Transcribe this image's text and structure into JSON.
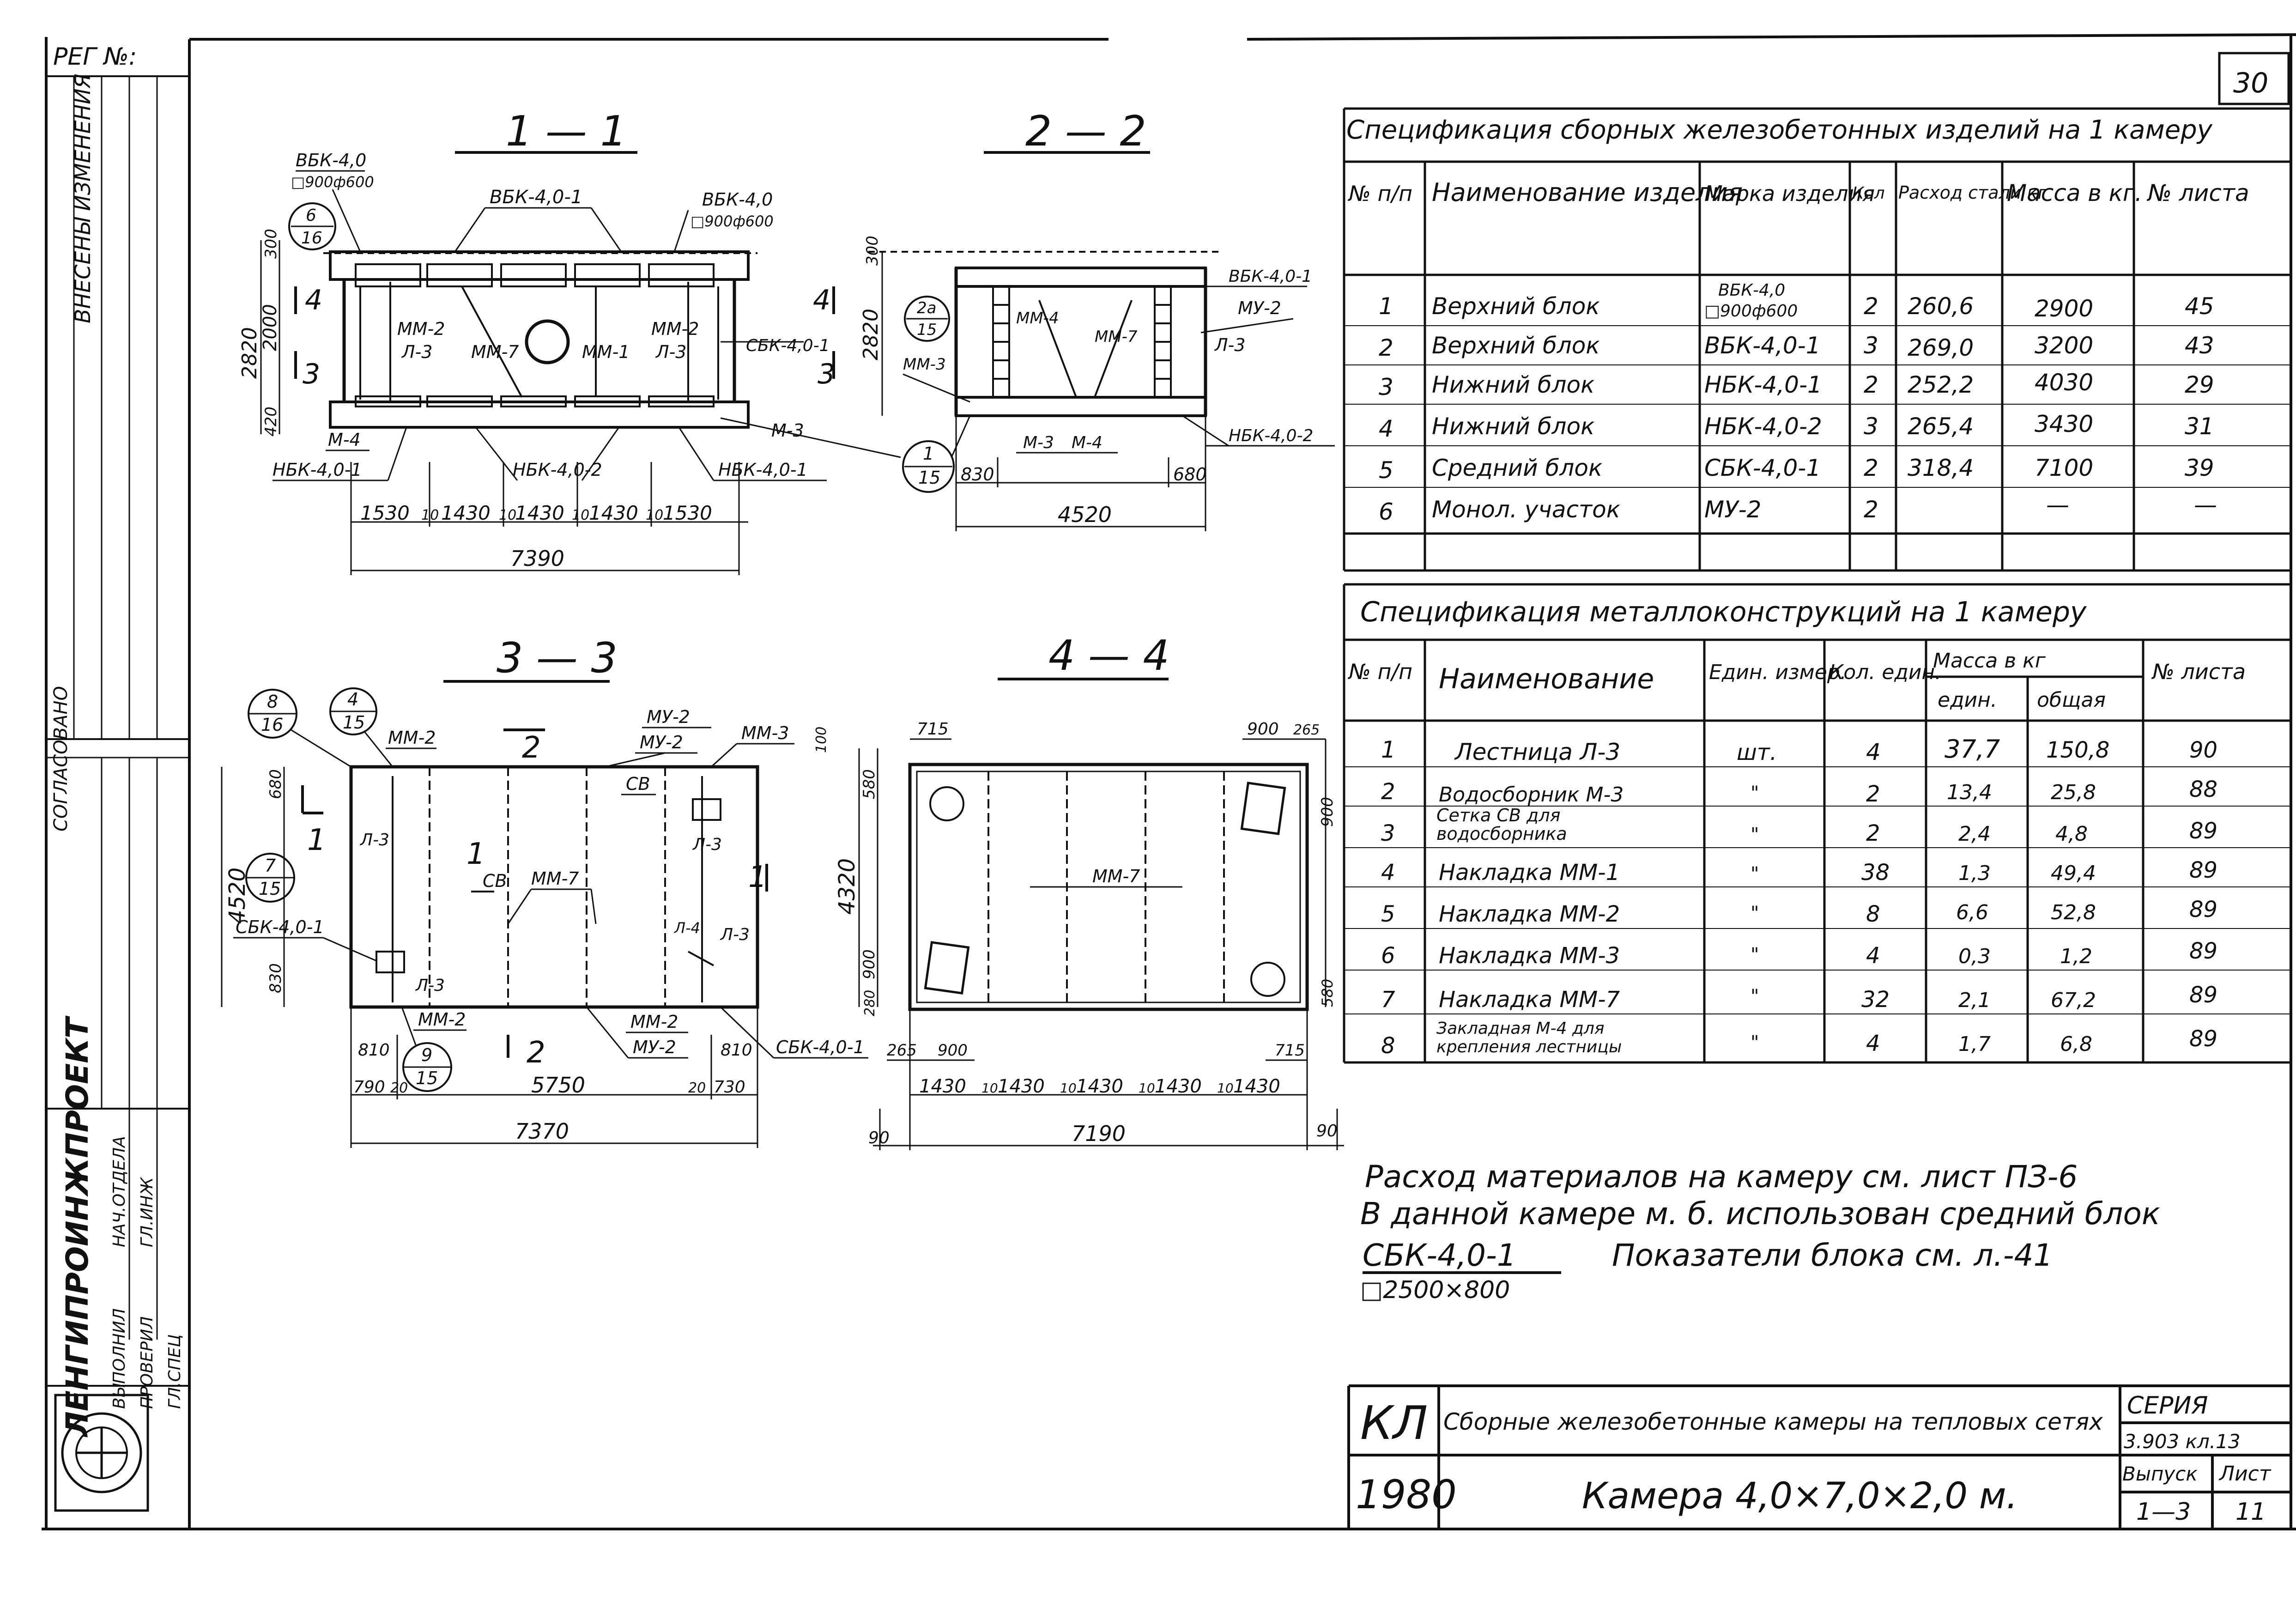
{
  "sheet": {
    "number": "30",
    "reg_no": "РЕГ №:"
  },
  "side_stamp": {
    "org": "ЛЕНГИПРОИНЖПРОЕКТ",
    "lines": [
      "ВЫПОЛНИЛ",
      "ПРОВЕРИЛ",
      "ГЛ.СПЕЦ",
      "НАЧ.ОТДЕЛА",
      "ГЛ.ИНЖ"
    ],
    "agreed": "СОГЛАСОВАНО",
    "vertical_note": "ВНЕСЕНЫ ИЗМЕНЕНИЯ"
  },
  "sections": {
    "s11": {
      "title": "1 — 1",
      "labels": {
        "vbk40_top": "ВБК-4,0",
        "vbk40_top_dim": "□900ф600",
        "vbk401": "ВБК-4,0-1",
        "vbk40_right": "ВБК-4,0",
        "vbk40_right_dim": "□900ф600",
        "mm2_left": "ММ-2",
        "l3_left": "Л-3",
        "mm7": "ММ-7",
        "mm1": "ММ-1",
        "mm2_right": "ММ-2",
        "l3_right": "Л-3",
        "sbk401": "СБК-4,0-1",
        "m4": "М-4",
        "m3": "М-3",
        "nbk401_left": "НБК-4,0-1",
        "nbk402": "НБК-4,0-2",
        "nbk401_right": "НБК-4,0-1",
        "cut4": "4",
        "cut3": "3",
        "cut4r": "4",
        "cut3r": "3",
        "callout_num": "6",
        "callout_den": "16"
      },
      "dims": {
        "h_total": "2820",
        "h_top": "300",
        "h_mid": "2000",
        "h_bot": "420",
        "w_segments": [
          "1530",
          "1430",
          "1430",
          "1430",
          "1530"
        ],
        "w_gaps": [
          "10",
          "10",
          "10",
          "10"
        ],
        "w_total": "7390"
      }
    },
    "s22": {
      "title": "2 — 2",
      "labels": {
        "vbk401": "ВБК-4,0-1",
        "mu2": "МУ-2",
        "l3": "Л-3",
        "nbk402": "НБК-4,0-2",
        "mm4": "ММ-4",
        "mm7": "ММ-7",
        "mm3": "ММ-3",
        "m3": "М-3",
        "m4": "М-4",
        "callout_a_num": "2а",
        "callout_a_den": "15",
        "callout_b_num": "1",
        "callout_b_den": "15"
      },
      "dims": {
        "h_total": "2820",
        "h_top": "300",
        "w_left": "830",
        "w_right": "680",
        "w_total": "4520"
      }
    },
    "s33": {
      "title": "3 — 3",
      "labels": {
        "callout1_num": "8",
        "callout1_den": "16",
        "callout2_num": "4",
        "callout2_den": "15",
        "callout3_num": "7",
        "callout3_den": "15",
        "callout4_num": "9",
        "callout4_den": "15",
        "mm2_top": "ММ-2",
        "mu2_top1": "МУ-2",
        "mu2_top2": "МУ-2",
        "mm3": "ММ-3",
        "sv_top": "СВ",
        "sv_mid": "СВ",
        "mm7": "ММ-7",
        "l3a": "Л-3",
        "l3b": "Л-3",
        "l3c": "Л-3",
        "l4": "Л-4",
        "sbk401_left": "СБК-4,0-1",
        "sbk401_right": "СБК-4,0-1",
        "mm2_bot": "ММ-2",
        "mm2_bot2": "ММ-2",
        "mu2_bot": "МУ-2",
        "cut1": "1",
        "cut1b": "1",
        "cut2": "2",
        "cut2b": "2"
      },
      "dims": {
        "h_total": "4520",
        "h_top": "680",
        "h_bot": "830",
        "w_left": "810",
        "w_right": "810",
        "w_sub_left": "790",
        "w_sub_gap": "20",
        "w_mid": "5750",
        "w_sub_right": "730",
        "w_sub_gap_r": "20",
        "w_total": "7370"
      }
    },
    "s44": {
      "title": "4 — 4",
      "labels": {
        "mm7": "ММ-7"
      },
      "dims": {
        "top_left": "715",
        "top_right": "900",
        "top_right2": "265",
        "h_total": "4320",
        "h_top": "100",
        "h_580": "580",
        "h_900_left": "900",
        "h_280": "280",
        "h_900_right": "900",
        "h_580_bot": "580",
        "bot_left": "265",
        "bot_left2": "900",
        "bot_right": "715",
        "w_segments": [
          "1430",
          "1430",
          "1430",
          "1430",
          "1430"
        ],
        "w_gaps": [
          "10",
          "10",
          "10",
          "10"
        ],
        "w_total": "7190",
        "side_left": "90",
        "side_right": "90"
      }
    }
  },
  "spec_precast": {
    "title": "Спецификация сборных железобетонных изделий на 1 камеру",
    "headers": {
      "no": "№ п/п",
      "name": "Наименование изделия",
      "mark": "Марка изделия",
      "qty": "Кол",
      "steel": "Расход стали кг",
      "mass": "Масса в кг.",
      "sheet": "№ листа"
    },
    "rows": [
      {
        "no": "1",
        "name": "Верхний блок",
        "mark": "ВБК-4,0",
        "mark2": "□900ф600",
        "qty": "2",
        "steel": "260,6",
        "mass": "2900",
        "sheet": "45"
      },
      {
        "no": "2",
        "name": "Верхний блок",
        "mark": "ВБК-4,0-1",
        "mark2": "",
        "qty": "3",
        "steel": "269,0",
        "mass": "3200",
        "sheet": "43"
      },
      {
        "no": "3",
        "name": "Нижний блок",
        "mark": "НБК-4,0-1",
        "mark2": "",
        "qty": "2",
        "steel": "252,2",
        "mass": "4030",
        "sheet": "29"
      },
      {
        "no": "4",
        "name": "Нижний блок",
        "mark": "НБК-4,0-2",
        "mark2": "",
        "qty": "3",
        "steel": "265,4",
        "mass": "3430",
        "sheet": "31"
      },
      {
        "no": "5",
        "name": "Средний блок",
        "mark": "СБК-4,0-1",
        "mark2": "",
        "qty": "2",
        "steel": "318,4",
        "mass": "7100",
        "sheet": "39"
      },
      {
        "no": "6",
        "name": "Монол. участок",
        "mark": "МУ-2",
        "mark2": "",
        "qty": "2",
        "steel": "",
        "mass": "—",
        "sheet": "—"
      }
    ]
  },
  "spec_metal": {
    "title": "Спецификация металлоконструкций на 1 камеру",
    "headers": {
      "no": "№ п/п",
      "name": "Наименование",
      "unit": "Един. измер.",
      "qty": "Кол. един.",
      "mass": "Масса в кг",
      "mass_unit": "един.",
      "mass_total": "общая",
      "sheet": "№ листа"
    },
    "rows": [
      {
        "no": "1",
        "name": "Лестница Л-3",
        "name2": "",
        "unit": "шт.",
        "qty": "4",
        "m_unit": "37,7",
        "m_total": "150,8",
        "sheet": "90"
      },
      {
        "no": "2",
        "name": "Водосборник М-3",
        "name2": "",
        "unit": "\"",
        "qty": "2",
        "m_unit": "13,4",
        "m_total": "25,8",
        "sheet": "88"
      },
      {
        "no": "3",
        "name": "Сетка СВ для",
        "name2": "водосборника",
        "unit": "\"",
        "qty": "2",
        "m_unit": "2,4",
        "m_total": "4,8",
        "sheet": "89"
      },
      {
        "no": "4",
        "name": "Накладка ММ-1",
        "name2": "",
        "unit": "\"",
        "qty": "38",
        "m_unit": "1,3",
        "m_total": "49,4",
        "sheet": "89"
      },
      {
        "no": "5",
        "name": "Накладка ММ-2",
        "name2": "",
        "unit": "\"",
        "qty": "8",
        "m_unit": "6,6",
        "m_total": "52,8",
        "sheet": "89"
      },
      {
        "no": "6",
        "name": "Накладка ММ-3",
        "name2": "",
        "unit": "\"",
        "qty": "4",
        "m_unit": "0,3",
        "m_total": "1,2",
        "sheet": "89"
      },
      {
        "no": "7",
        "name": "Накладка ММ-7",
        "name2": "",
        "unit": "\"",
        "qty": "32",
        "m_unit": "2,1",
        "m_total": "67,2",
        "sheet": "89"
      },
      {
        "no": "8",
        "name": "Закладная М-4 для",
        "name2": "крепления лестницы",
        "unit": "\"",
        "qty": "4",
        "m_unit": "1,7",
        "m_total": "6,8",
        "sheet": "89"
      }
    ]
  },
  "notes": {
    "line1": "Расход материалов на камеру см. лист ПЗ-6",
    "line2": "В данной камере м. б. использован средний блок",
    "line3_mark": "СБК-4,0-1",
    "line3_rest": "Показатели блока см. л.-41",
    "line4": "□2500×800"
  },
  "title_block": {
    "kl": "КЛ",
    "year": "1980",
    "desc": "Сборные железобетонные камеры на тепловых сетях",
    "series_label": "СЕРИЯ",
    "series_val": "3.903 кл.13",
    "name": "Камера 4,0×7,0×2,0 м.",
    "issue_label": "Выпуск",
    "issue_val": "1—3",
    "sheet_label": "Лист",
    "sheet_val": "11"
  }
}
